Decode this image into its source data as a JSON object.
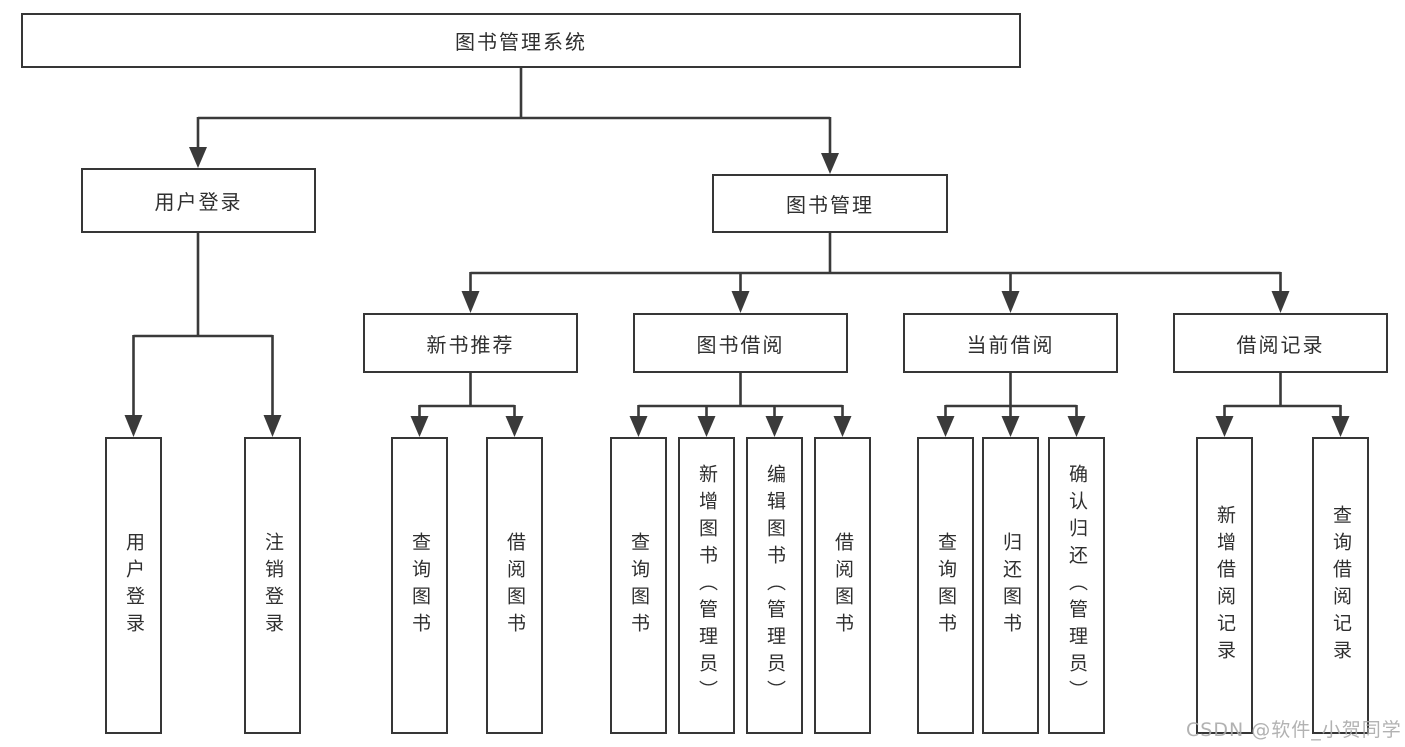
{
  "diagram": {
    "type": "hierarchy",
    "root": {
      "label": "图书管理系统"
    },
    "level2": [
      {
        "label": "用户登录"
      },
      {
        "label": "图书管理"
      }
    ],
    "level3": [
      {
        "label": "新书推荐"
      },
      {
        "label": "图书借阅"
      },
      {
        "label": "当前借阅"
      },
      {
        "label": "借阅记录"
      }
    ],
    "leaves": {
      "user_login": [
        {
          "label": "用户登录"
        },
        {
          "label": "注销登录"
        }
      ],
      "new_book_recommend": [
        {
          "label": "查询图书"
        },
        {
          "label": "借阅图书"
        }
      ],
      "book_borrow": [
        {
          "label": "查询图书"
        },
        {
          "label": "新增图书（管理员）"
        },
        {
          "label": "编辑图书（管理员）"
        },
        {
          "label": "借阅图书"
        }
      ],
      "current_borrow": [
        {
          "label": "查询图书"
        },
        {
          "label": "归还图书"
        },
        {
          "label": "确认归还（管理员）"
        }
      ],
      "borrow_records": [
        {
          "label": "新增借阅记录"
        },
        {
          "label": "查询借阅记录"
        }
      ]
    }
  },
  "watermark": {
    "text": "CSDN @软件_小贺同学"
  },
  "colors": {
    "line": "#3a3a3a",
    "box_border": "#363636",
    "text": "#2f2f2f",
    "watermark": "#aaaaaa",
    "background": "#ffffff"
  }
}
